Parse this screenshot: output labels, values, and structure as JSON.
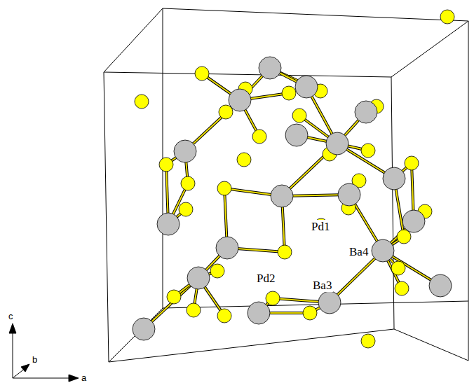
{
  "diagram": {
    "labels": [
      "Pd1",
      "Pd2",
      "Ba3",
      "Ba4",
      "c",
      "b",
      "a"
    ]
  }
}
